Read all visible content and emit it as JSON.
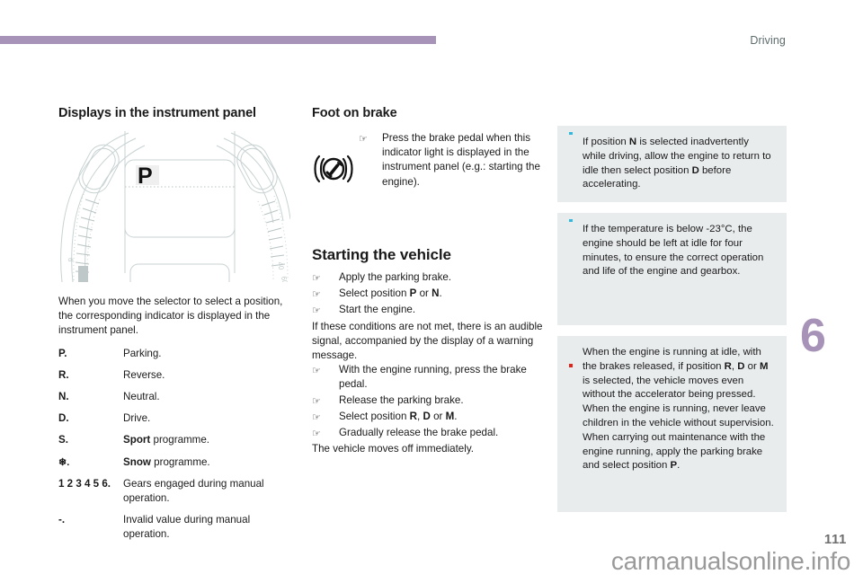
{
  "header": {
    "chapter_label": "Driving",
    "rule_color": "#a893b8",
    "chapter_number": "6"
  },
  "footer": {
    "page_number": "111",
    "watermark": "carmanualsonline.info"
  },
  "left_column": {
    "title": "Displays in the instrument panel",
    "illustration": {
      "name": "instrument-panel-diagram",
      "display_letter": "P"
    },
    "intro": "When you move the selector to select a position, the corresponding indicator is displayed in the instrument panel.",
    "definitions": [
      {
        "term": "P.",
        "desc_plain": "Parking.",
        "desc_bold": "",
        "desc_after": ""
      },
      {
        "term": "R.",
        "desc_plain": "Reverse.",
        "desc_bold": "",
        "desc_after": ""
      },
      {
        "term": "N.",
        "desc_plain": "Neutral.",
        "desc_bold": "",
        "desc_after": ""
      },
      {
        "term": "D.",
        "desc_plain": "Drive.",
        "desc_bold": "",
        "desc_after": ""
      },
      {
        "term": "S.",
        "desc_plain": "",
        "desc_bold": "Sport",
        "desc_after": " programme."
      },
      {
        "term": "❄.",
        "desc_plain": "",
        "desc_bold": "Snow",
        "desc_after": " programme."
      },
      {
        "term": "1 2 3 4 5 6.",
        "desc_plain": "Gears engaged during manual operation.",
        "desc_bold": "",
        "desc_after": ""
      },
      {
        "term": "-.",
        "desc_plain": "Invalid value during manual operation.",
        "desc_bold": "",
        "desc_after": ""
      }
    ]
  },
  "mid_column": {
    "foot_on_brake": {
      "title": "Foot on brake",
      "icon_name": "brake-pedal-warning-icon",
      "bullets": [
        "Press the brake pedal when this indicator light is displayed in the instrument panel (e.g.: starting the engine)."
      ]
    },
    "starting_the_vehicle": {
      "title": "Starting the vehicle",
      "bullets_1": [
        "Apply the parking brake.",
        "Select position P or N.",
        "Start the engine."
      ],
      "paragraph_1": "If these conditions are not met, there is an audible signal, accompanied by the display of a warning message.",
      "bullets_2": [
        "With the engine running, press the brake pedal.",
        "Release the parking brake.",
        "Select position R, D or M.",
        "Gradually release the brake pedal."
      ],
      "paragraph_2": "The vehicle moves off immediately."
    }
  },
  "right_column": {
    "boxes": [
      {
        "type": "info",
        "icon_name": "info-icon",
        "icon_color": "#2fb9e0",
        "text": "If position N is selected inadvertently while driving, allow the engine to return to idle then select position D before accelerating."
      },
      {
        "type": "info",
        "icon_name": "info-icon",
        "icon_color": "#2fb9e0",
        "text": "If the temperature is below -23°C, the engine should be left at idle for four minutes, to ensure the correct operation and life of the engine and gearbox."
      },
      {
        "type": "warning",
        "icon_name": "warning-icon",
        "icon_color": "#e2231a",
        "text": "When the engine is running at idle, with the brakes released, if position R, D or M is selected, the vehicle moves even without the accelerator being pressed. When the engine is running, never leave children in the vehicle without supervision. When carrying out maintenance with the engine running, apply the parking brake and select position P."
      }
    ]
  }
}
